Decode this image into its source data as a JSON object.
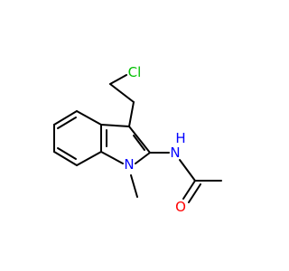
{
  "molecule": {
    "atoms": {
      "chlorine": {
        "label": "Cl",
        "color": "#00c000"
      },
      "amide_nitrogen": {
        "label": "N",
        "color": "#0000ff"
      },
      "amide_hydrogen": {
        "label": "H",
        "color": "#0000ff"
      },
      "indole_nitrogen": {
        "label": "N",
        "color": "#0000ff"
      },
      "carbonyl_oxygen": {
        "label": "O",
        "color": "#ff0000"
      }
    },
    "bond_color": "#000000"
  }
}
